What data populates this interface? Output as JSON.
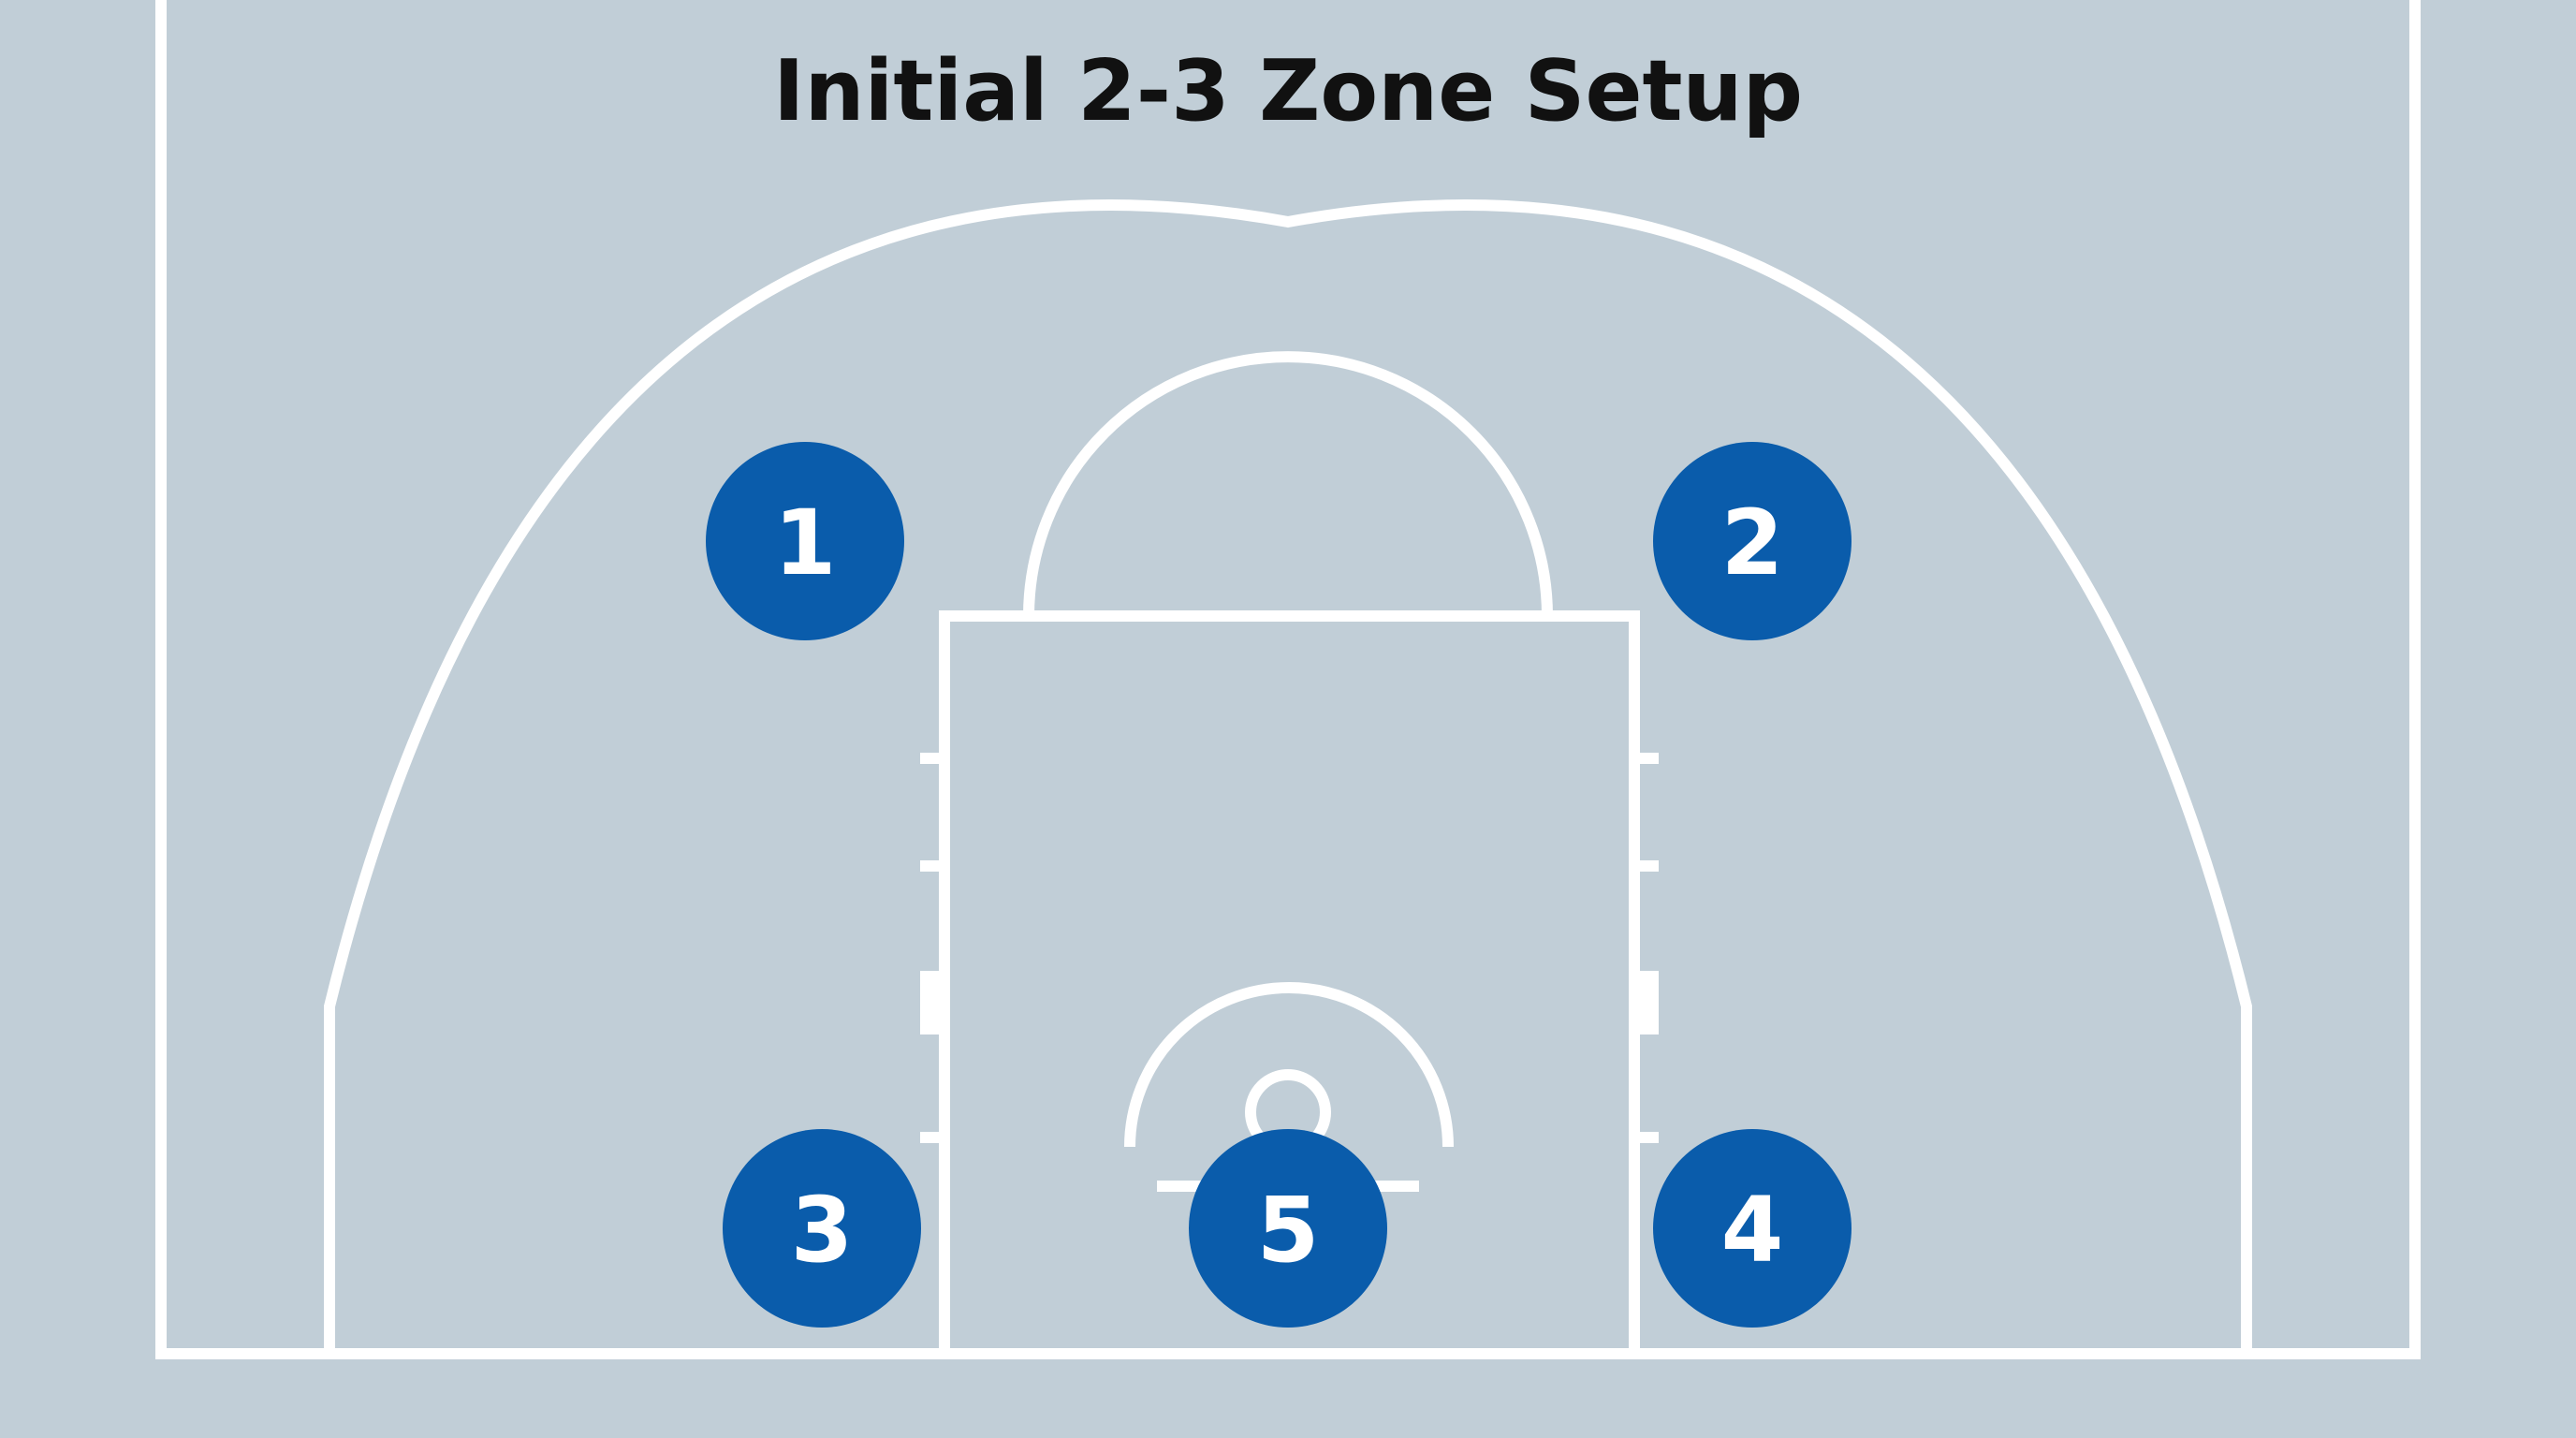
{
  "title": "Initial 2-3 Zone Setup",
  "colors": {
    "background": "#c1ced7",
    "lines": "#ffffff",
    "player_fill": "#0a5cab",
    "player_text": "#ffffff",
    "title_text": "#111111"
  },
  "players": [
    {
      "label": "1"
    },
    {
      "label": "2"
    },
    {
      "label": "3"
    },
    {
      "label": "4"
    },
    {
      "label": "5"
    }
  ]
}
